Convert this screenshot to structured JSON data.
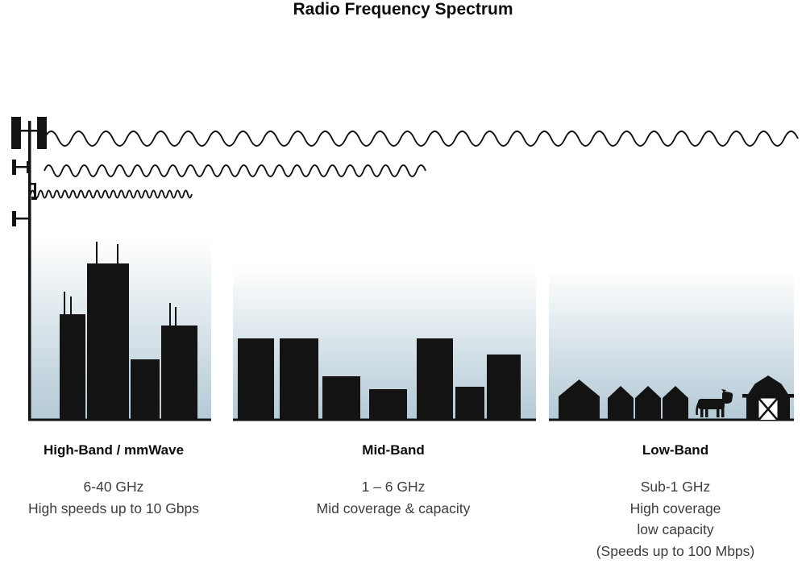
{
  "title": "Radio Frequency Spectrum",
  "colors": {
    "silhouette": "#131313",
    "sky_gradient_top": "#ffffff",
    "sky_gradient_mid": "#d9e4ea",
    "sky_gradient_bottom": "#b4c9d6",
    "wave_stroke": "#111111",
    "body_text": "#3d3d3d",
    "heading_text": "#0d0d0d"
  },
  "tower_icon": "cell-tower-icon",
  "waves": [
    {
      "name": "low-frequency-wave",
      "band": "Low-Band",
      "reach": "longest"
    },
    {
      "name": "mid-frequency-wave",
      "band": "Mid-Band",
      "reach": "medium"
    },
    {
      "name": "high-frequency-wave",
      "band": "High-Band / mmWave",
      "reach": "shortest"
    }
  ],
  "bands": [
    {
      "name": "High-Band / mmWave",
      "frequency": "6-40 GHz",
      "details": [
        "High speeds up to 10 Gbps"
      ],
      "scene_icon": "skyscrapers-icon"
    },
    {
      "name": "Mid-Band",
      "frequency": "1 – 6 GHz",
      "details": [
        "Mid coverage & capacity"
      ],
      "scene_icon": "midrise-buildings-icon"
    },
    {
      "name": "Low-Band",
      "frequency": "Sub-1 GHz",
      "details": [
        "High coverage",
        "low capacity",
        "(Speeds up to 100 Mbps)"
      ],
      "scene_icon": "rural-houses-barn-icon"
    }
  ]
}
